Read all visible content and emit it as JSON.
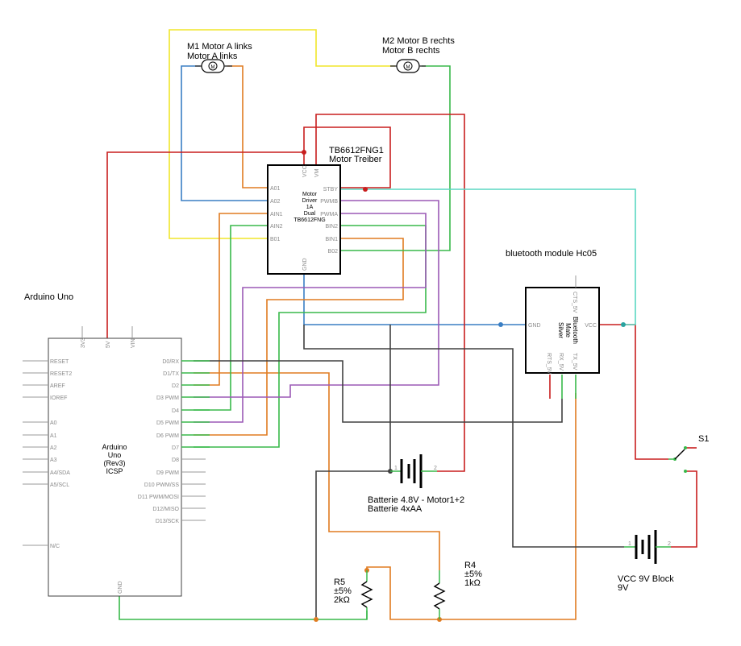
{
  "colors": {
    "yellow": "#f0e62a",
    "blue": "#3a7fc4",
    "orange": "#e07b20",
    "red": "#c81e1e",
    "green": "#38b94a",
    "purple": "#9b59b6",
    "teal": "#5ad7c2",
    "dark": "#404040"
  },
  "components": {
    "motor_a": {
      "label1": "M1 Motor A links",
      "label2": "Motor A links"
    },
    "motor_b": {
      "label1": "M2 Motor B rechts",
      "label2": "Motor B rechts"
    },
    "driver": {
      "label1": "TB6612FNG1",
      "label2": "Motor Treiber",
      "center": [
        "Motor",
        "Driver",
        "1A",
        "Dual",
        "TB6612FNG"
      ],
      "left_pins": [
        "A01",
        "A02",
        "AIN1",
        "AIN2",
        "B01"
      ],
      "right_pins": [
        "STBY",
        "PWMB",
        "PWMA",
        "BIN2",
        "BIN1",
        "B02"
      ],
      "top_pins": [
        "VCC",
        "VM"
      ],
      "bottom_pin": "GND"
    },
    "arduino": {
      "label": "Arduino Uno",
      "center": [
        "Arduino",
        "Uno",
        "(Rev3)",
        "ICSP"
      ],
      "left_pins": [
        "RESET",
        "RESET2",
        "AREF",
        "IOREF",
        "A0",
        "A1",
        "A2",
        "A3",
        "A4/SDA",
        "A5/SCL",
        "N/C"
      ],
      "right_pins": [
        "D0/RX",
        "D1/TX",
        "D2",
        "D3 PWM",
        "D4",
        "D5 PWM",
        "D6 PWM",
        "D7",
        "D8",
        "D9 PWM",
        "D10 PWM/SS",
        "D11 PWM/MOSI",
        "D12/MISO",
        "D13/SCK"
      ],
      "top_pins": [
        "3V3",
        "5V",
        "VIN"
      ],
      "bottom_pin": "GND"
    },
    "bluetooth": {
      "label": "bluetooth module Hc05",
      "center": [
        "Bluetooth",
        "Mate",
        "Silver"
      ],
      "pins": {
        "cts": "CTS_5V",
        "gnd": "GND",
        "vcc": "VCC",
        "rts": "RTS_5V",
        "rx": "RX_5V",
        "tx": "TX_5V"
      }
    },
    "battery1": {
      "label1": "Batterie 4.8V - Motor1+2",
      "label2": "Batterie 4xAA"
    },
    "battery2": {
      "label1": "VCC 9V Block",
      "label2": "9V"
    },
    "switch": {
      "label": "S1"
    },
    "r4": {
      "name": "R4",
      "tol": "±5%",
      "value": "1kΩ"
    },
    "r5": {
      "name": "R5",
      "tol": "±5%",
      "value": "2kΩ"
    },
    "pin_numbers": {
      "one": "1",
      "two": "2"
    }
  }
}
